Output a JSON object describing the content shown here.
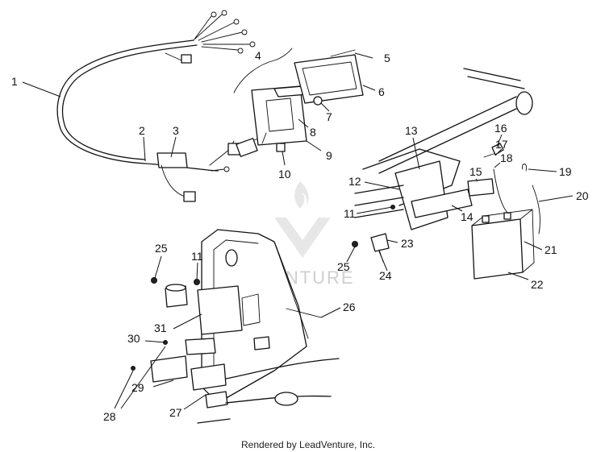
{
  "callouts": [
    {
      "id": "c1",
      "text": "1"
    },
    {
      "id": "c2",
      "text": "2"
    },
    {
      "id": "c3",
      "text": "3"
    },
    {
      "id": "c4",
      "text": "4"
    },
    {
      "id": "c5",
      "text": "5"
    },
    {
      "id": "c6",
      "text": "6"
    },
    {
      "id": "c7",
      "text": "7"
    },
    {
      "id": "c8",
      "text": "8"
    },
    {
      "id": "c9",
      "text": "9"
    },
    {
      "id": "c10",
      "text": "10"
    },
    {
      "id": "c11a",
      "text": "11"
    },
    {
      "id": "c12",
      "text": "12"
    },
    {
      "id": "c13",
      "text": "13"
    },
    {
      "id": "c14",
      "text": "14"
    },
    {
      "id": "c15",
      "text": "15"
    },
    {
      "id": "c16",
      "text": "16"
    },
    {
      "id": "c17",
      "text": "17"
    },
    {
      "id": "c18",
      "text": "18"
    },
    {
      "id": "c19",
      "text": "19"
    },
    {
      "id": "c20",
      "text": "20"
    },
    {
      "id": "c21",
      "text": "21"
    },
    {
      "id": "c22",
      "text": "22"
    },
    {
      "id": "c23",
      "text": "23"
    },
    {
      "id": "c24",
      "text": "24"
    },
    {
      "id": "c25a",
      "text": "25"
    },
    {
      "id": "c25b",
      "text": "25"
    },
    {
      "id": "c11b",
      "text": "11"
    },
    {
      "id": "c26",
      "text": "26"
    },
    {
      "id": "c27",
      "text": "27"
    },
    {
      "id": "c28",
      "text": "28"
    },
    {
      "id": "c29",
      "text": "29"
    },
    {
      "id": "c30",
      "text": "30"
    },
    {
      "id": "c31",
      "text": "31"
    }
  ],
  "watermark": "LEADVENTURE",
  "credit": "Rendered by LeadVenture, Inc."
}
